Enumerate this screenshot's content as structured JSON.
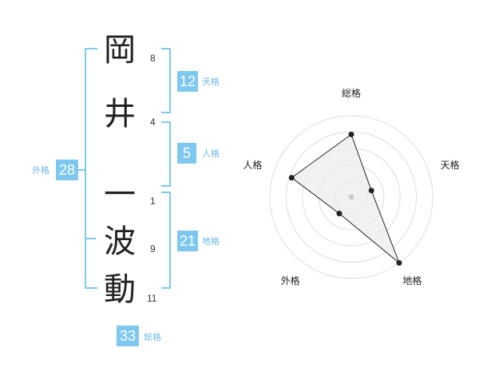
{
  "name": {
    "chars": [
      {
        "char": "岡",
        "strokes": "8"
      },
      {
        "char": "井",
        "strokes": "4"
      },
      {
        "char": "一",
        "strokes": "1"
      },
      {
        "char": "波",
        "strokes": "9"
      },
      {
        "char": "動",
        "strokes": "11"
      }
    ]
  },
  "fortune": {
    "tenkaku": {
      "value": "12",
      "label": "天格"
    },
    "jinkaku": {
      "value": "5",
      "label": "人格"
    },
    "chikaku": {
      "value": "21",
      "label": "地格"
    },
    "gaikaku": {
      "value": "28",
      "label": "外格"
    },
    "soukaku": {
      "value": "33",
      "label": "総格"
    }
  },
  "chart_data": {
    "type": "radar",
    "axes": [
      "総格",
      "天格",
      "地格",
      "外格",
      "人格"
    ],
    "values": [
      0.77,
      0.26,
      1.0,
      0.25,
      0.77
    ],
    "rings": 5,
    "colors": {
      "grid": "#dddddd",
      "fill": "#eeeeee",
      "line": "#222222",
      "center": "#cccccc"
    }
  }
}
